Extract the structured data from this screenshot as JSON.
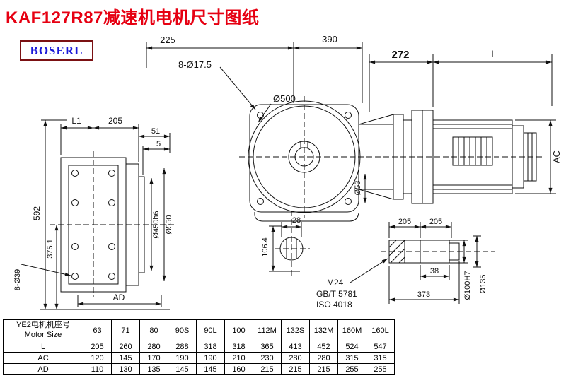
{
  "page": {
    "title": "KAF127R87减速机电机尺寸图纸",
    "logo": "BOSERL"
  },
  "colors": {
    "title": "#e60012",
    "logo_text": "#1a18d8",
    "logo_border": "#7b1113",
    "line": "#111111"
  },
  "drawing": {
    "labels": {
      "dim_225": "225",
      "dim_390": "390",
      "dim_272": "272",
      "dim_L": "L",
      "holes_flange": "8-Ø17.5",
      "dia_500": "Ø500",
      "dim_L1": "L1",
      "dim_205": "205",
      "dim_51": "51",
      "dim_5": "5",
      "dim_592": "592",
      "dim_375_1": "375.1",
      "dia_450": "Ø450h6",
      "dia_550": "Ø550",
      "holes_output": "8-Ø39",
      "dim_AD": "AD",
      "dim_28": "28",
      "dia_53": "Ø53",
      "dim_106_4": "106.4",
      "dim_205a": "205",
      "dim_205b": "205",
      "thread": "M24",
      "std_gb": "GB/T 5781",
      "std_iso": "ISO 4018",
      "dim_38": "38",
      "dim_373": "373",
      "dia_100": "Ø100H7",
      "dia_135": "Ø135",
      "dim_AC": "AC"
    }
  },
  "table": {
    "header_line1": "YE2电机机座号",
    "header_line2": "Motor Size",
    "columns": [
      "63",
      "71",
      "80",
      "90S",
      "90L",
      "100",
      "112M",
      "132S",
      "132M",
      "160M",
      "160L"
    ],
    "rows": [
      {
        "label": "L",
        "values": [
          "205",
          "260",
          "280",
          "288",
          "318",
          "318",
          "365",
          "413",
          "452",
          "524",
          "547"
        ]
      },
      {
        "label": "AC",
        "values": [
          "120",
          "145",
          "170",
          "190",
          "190",
          "210",
          "230",
          "280",
          "280",
          "315",
          "315"
        ]
      },
      {
        "label": "AD",
        "values": [
          "110",
          "130",
          "135",
          "145",
          "145",
          "160",
          "215",
          "215",
          "215",
          "255",
          "255"
        ]
      }
    ]
  }
}
